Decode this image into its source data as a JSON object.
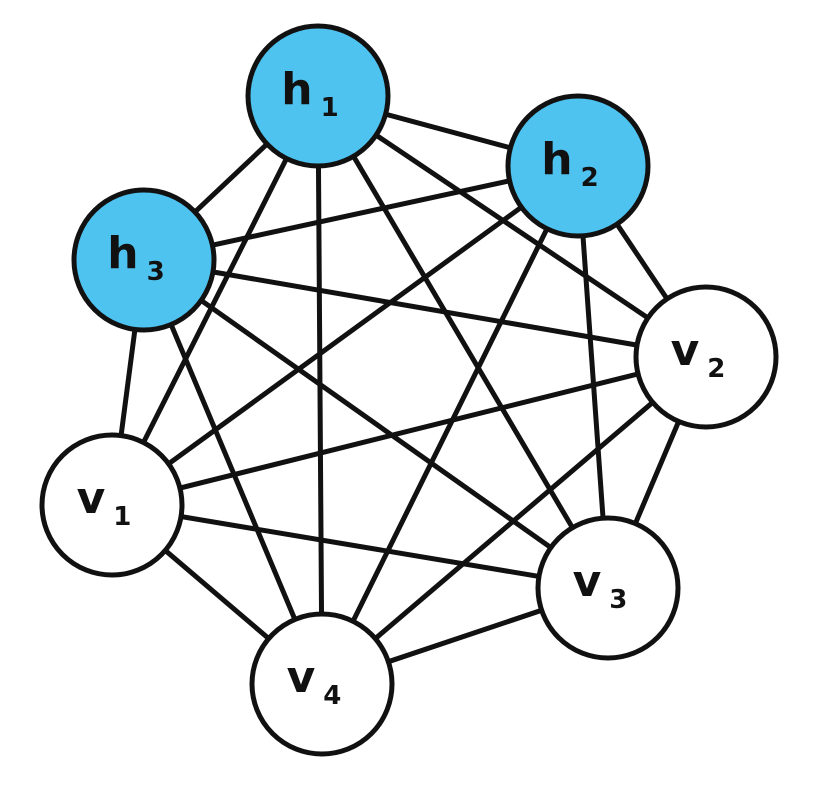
{
  "diagram": {
    "type": "complete-graph",
    "colors": {
      "hidden": "#4fc3f0",
      "visible": "#ffffff",
      "stroke": "#111111"
    },
    "nodes": [
      {
        "id": "h1",
        "letter": "h",
        "sub": "1",
        "kind": "hidden"
      },
      {
        "id": "h2",
        "letter": "h",
        "sub": "2",
        "kind": "hidden"
      },
      {
        "id": "h3",
        "letter": "h",
        "sub": "3",
        "kind": "hidden"
      },
      {
        "id": "v1",
        "letter": "v",
        "sub": "1",
        "kind": "visible"
      },
      {
        "id": "v2",
        "letter": "v",
        "sub": "2",
        "kind": "visible"
      },
      {
        "id": "v3",
        "letter": "v",
        "sub": "3",
        "kind": "visible"
      },
      {
        "id": "v4",
        "letter": "v",
        "sub": "4",
        "kind": "visible"
      }
    ],
    "edges": [
      [
        "h1",
        "h2"
      ],
      [
        "h1",
        "h3"
      ],
      [
        "h1",
        "v1"
      ],
      [
        "h1",
        "v2"
      ],
      [
        "h1",
        "v3"
      ],
      [
        "h1",
        "v4"
      ],
      [
        "h2",
        "h3"
      ],
      [
        "h2",
        "v1"
      ],
      [
        "h2",
        "v2"
      ],
      [
        "h2",
        "v3"
      ],
      [
        "h2",
        "v4"
      ],
      [
        "h3",
        "v1"
      ],
      [
        "h3",
        "v2"
      ],
      [
        "h3",
        "v3"
      ],
      [
        "h3",
        "v4"
      ],
      [
        "v1",
        "v2"
      ],
      [
        "v1",
        "v3"
      ],
      [
        "v1",
        "v4"
      ],
      [
        "v2",
        "v3"
      ],
      [
        "v2",
        "v4"
      ],
      [
        "v3",
        "v4"
      ]
    ]
  }
}
